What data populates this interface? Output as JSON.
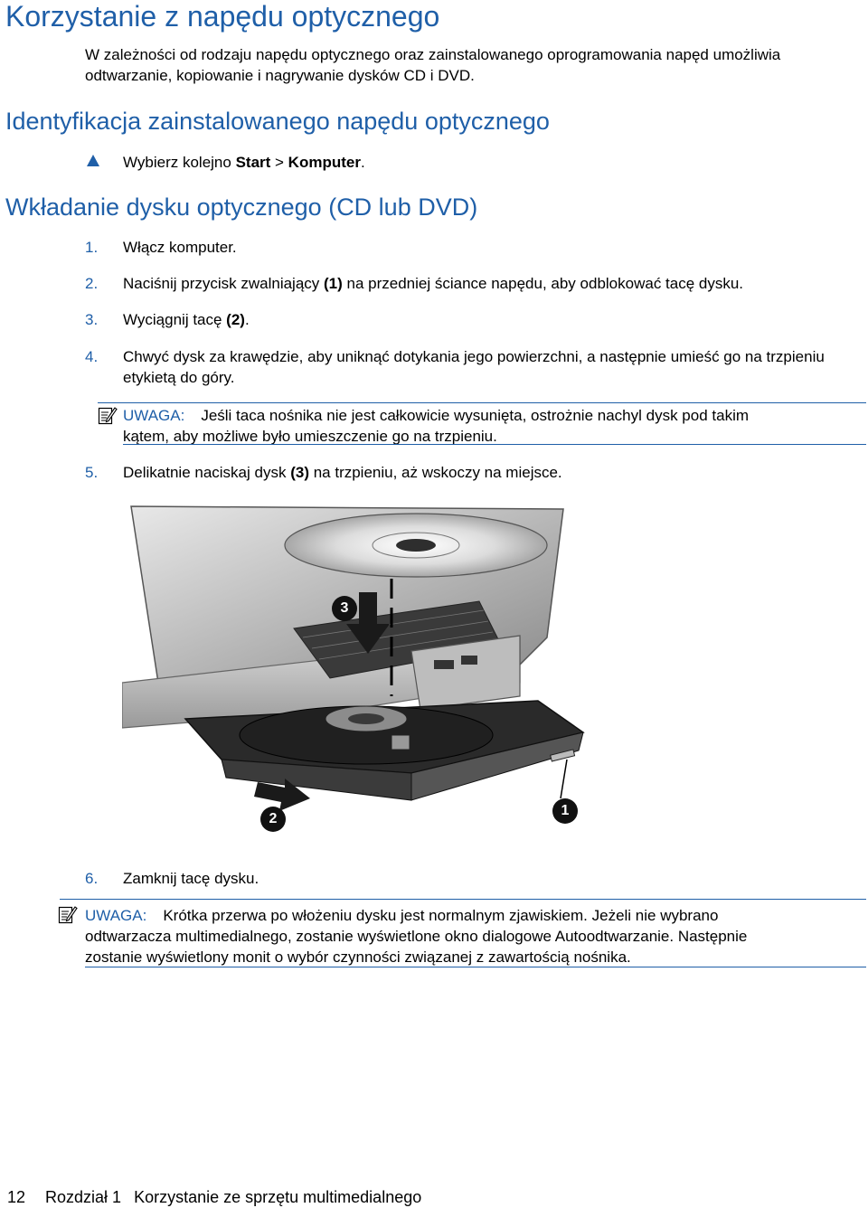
{
  "heading_main": "Korzystanie z napędu optycznego",
  "intro": "W zależności od rodzaju napędu optycznego oraz zainstalowanego oprogramowania napęd umożliwia odtwarzanie, kopiowanie i nagrywanie dysków CD i DVD.",
  "section_identify": {
    "heading": "Identyfikacja zainstalowanego napędu optycznego",
    "bullet_prefix": "Wybierz kolejno ",
    "bullet_bold1": "Start",
    "bullet_sep": " > ",
    "bullet_bold2": "Komputer",
    "bullet_suffix": "."
  },
  "section_insert": {
    "heading": "Wkładanie dysku optycznego (CD lub DVD)",
    "step1_num": "1.",
    "step1": "Włącz komputer.",
    "step2_num": "2.",
    "step2_a": "Naciśnij przycisk zwalniający ",
    "step2_b": "(1)",
    "step2_c": " na przedniej ściance napędu, aby odblokować tacę dysku.",
    "step3_num": "3.",
    "step3_a": "Wyciągnij tacę ",
    "step3_b": "(2)",
    "step3_c": ".",
    "step4_num": "4.",
    "step4": "Chwyć dysk za krawędzie, aby uniknąć dotykania jego powierzchni, a następnie umieść go na trzpieniu etykietą do góry.",
    "note1_label": "UWAGA:",
    "note1_line1": "Jeśli taca nośnika nie jest całkowicie wysunięta, ostrożnie nachyl dysk pod takim",
    "note1_line2": "kątem, aby możliwe było umieszczenie go na trzpieniu.",
    "step5_num": "5.",
    "step5_a": "Delikatnie naciskaj dysk ",
    "step5_b": "(3)",
    "step5_c": " na trzpieniu, aż wskoczy na miejsce.",
    "figure_callouts": [
      "1",
      "2",
      "3"
    ],
    "step6_num": "6.",
    "step6": "Zamknij tacę dysku.",
    "note2_label": "UWAGA:",
    "note2_line1": "Krótka przerwa po włożeniu dysku jest normalnym zjawiskiem. Jeżeli nie wybrano",
    "note2_line2": "odtwarzacza multimedialnego, zostanie wyświetlone okno dialogowe Autoodtwarzanie. Następnie",
    "note2_line3": "zostanie wyświetlony monit o wybór czynności związanej z zawartością nośnika."
  },
  "footer": {
    "page_number": "12",
    "chapter": "Rozdział 1",
    "chapter_title": "Korzystanie ze sprzętu multimedialnego"
  },
  "colors": {
    "accent": "#1f5fa8",
    "text": "#000000"
  },
  "icons": [
    "triangle-bullet-icon",
    "note-pencil-icon"
  ]
}
